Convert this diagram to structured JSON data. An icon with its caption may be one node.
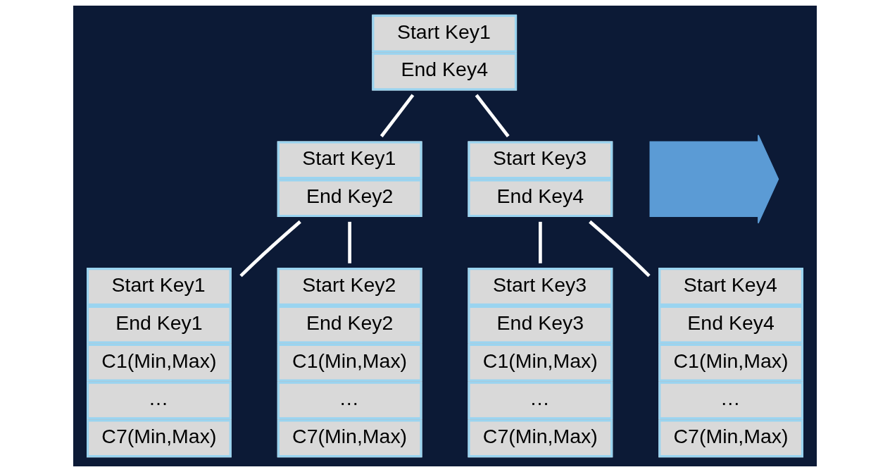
{
  "diagram": {
    "nodes": [
      {
        "text": [
          "Start Key1",
          "End Key4"
        ]
      },
      {
        "text": [
          "Start Key1",
          "End Key2"
        ]
      },
      {
        "text": [
          "Start Key3",
          "End Key4"
        ]
      },
      {
        "text": [
          "Start Key1",
          "End Key1",
          "C1(Min,Max)",
          "…",
          "C7(Min,Max)"
        ]
      },
      {
        "text": [
          "Start Key2",
          "End Key2",
          "C1(Min,Max)",
          "…",
          "C7(Min,Max)"
        ]
      },
      {
        "text": [
          "Start Key3",
          "End Key3",
          "C1(Min,Max)",
          "…",
          "C7(Min,Max)"
        ]
      },
      {
        "text": [
          "Start Key4",
          "End Key4",
          "C1(Min,Max)",
          "…",
          "C7(Min,Max)"
        ]
      },
      {
        "text": [],
        "shape": "arrow"
      }
    ],
    "edges": [
      {
        "from": 0,
        "to": 1,
        "arrow": "none"
      },
      {
        "from": 0,
        "to": 2,
        "arrow": "none"
      },
      {
        "from": 1,
        "to": 3,
        "arrow": "none"
      },
      {
        "from": 1,
        "to": 4,
        "arrow": "none"
      },
      {
        "from": 2,
        "to": 5,
        "arrow": "none"
      },
      {
        "from": 2,
        "to": 6,
        "arrow": "none"
      }
    ]
  }
}
